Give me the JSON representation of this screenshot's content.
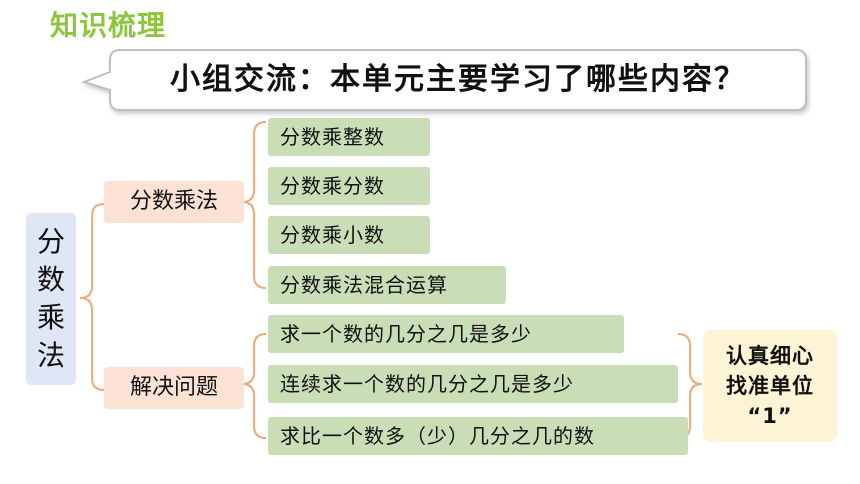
{
  "header": {
    "section_title": "知识梳理",
    "question": "小组交流：本单元主要学习了哪些内容？"
  },
  "tree": {
    "root": [
      "分",
      "数",
      "乘",
      "法"
    ],
    "categories": [
      {
        "label": "分数乘法",
        "items": [
          "分数乘整数",
          "分数乘分数",
          "分数乘小数",
          "分数乘法混合运算"
        ]
      },
      {
        "label": "解决问题",
        "items": [
          "求一个数的几分之几是多少",
          "连续求一个数的几分之几是多少",
          "求比一个数多（少）几分之几的数"
        ]
      }
    ],
    "note": [
      "认真细心",
      "找准单位",
      "“1”"
    ]
  },
  "colors": {
    "title_green": "#8cc63f",
    "leaf_green": "#c9deb6",
    "category_peach": "#fbe2d5",
    "root_blue": "#dfe6f5",
    "note_yellow": "#fdf3d5",
    "connector_orange": "#f0a875",
    "bubble_border": "#bfbfbf"
  }
}
